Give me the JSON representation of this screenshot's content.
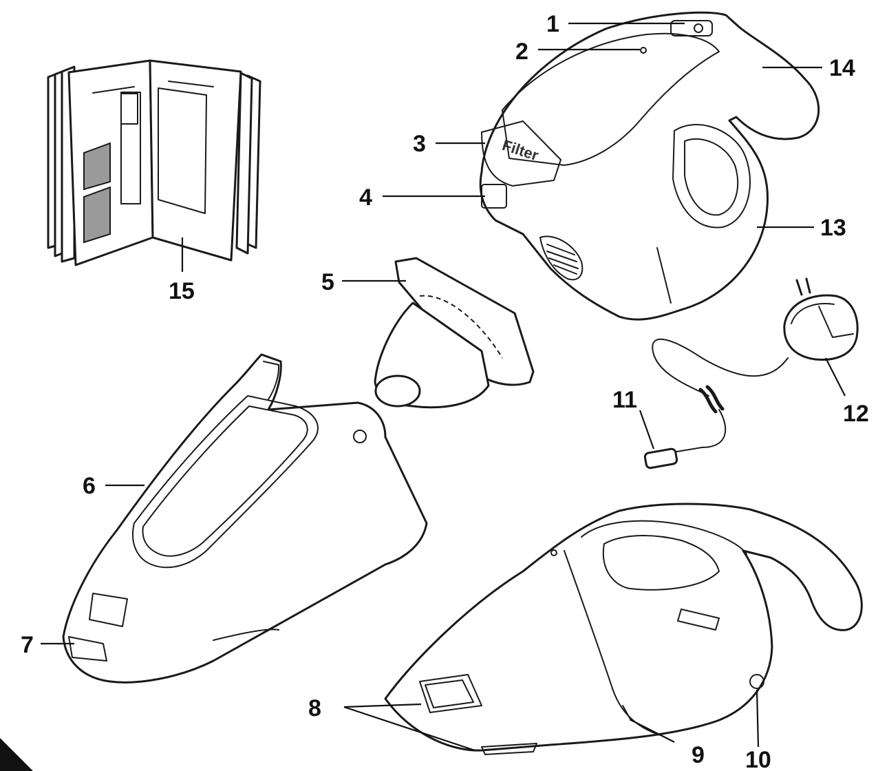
{
  "diagram": {
    "callouts": [
      {
        "id": "1",
        "label": "1"
      },
      {
        "id": "2",
        "label": "2"
      },
      {
        "id": "3",
        "label": "3"
      },
      {
        "id": "4",
        "label": "4"
      },
      {
        "id": "5",
        "label": "5"
      },
      {
        "id": "6",
        "label": "6"
      },
      {
        "id": "7",
        "label": "7"
      },
      {
        "id": "8",
        "label": "8"
      },
      {
        "id": "9",
        "label": "9"
      },
      {
        "id": "10",
        "label": "10"
      },
      {
        "id": "11",
        "label": "11"
      },
      {
        "id": "12",
        "label": "12"
      },
      {
        "id": "13",
        "label": "13"
      },
      {
        "id": "14",
        "label": "14"
      },
      {
        "id": "15",
        "label": "15"
      }
    ],
    "filter_cover_text": "Filter"
  },
  "colors": {
    "line": "#1a1a1a",
    "manual_fill": "#9a9a9a",
    "background": "#ffffff"
  }
}
